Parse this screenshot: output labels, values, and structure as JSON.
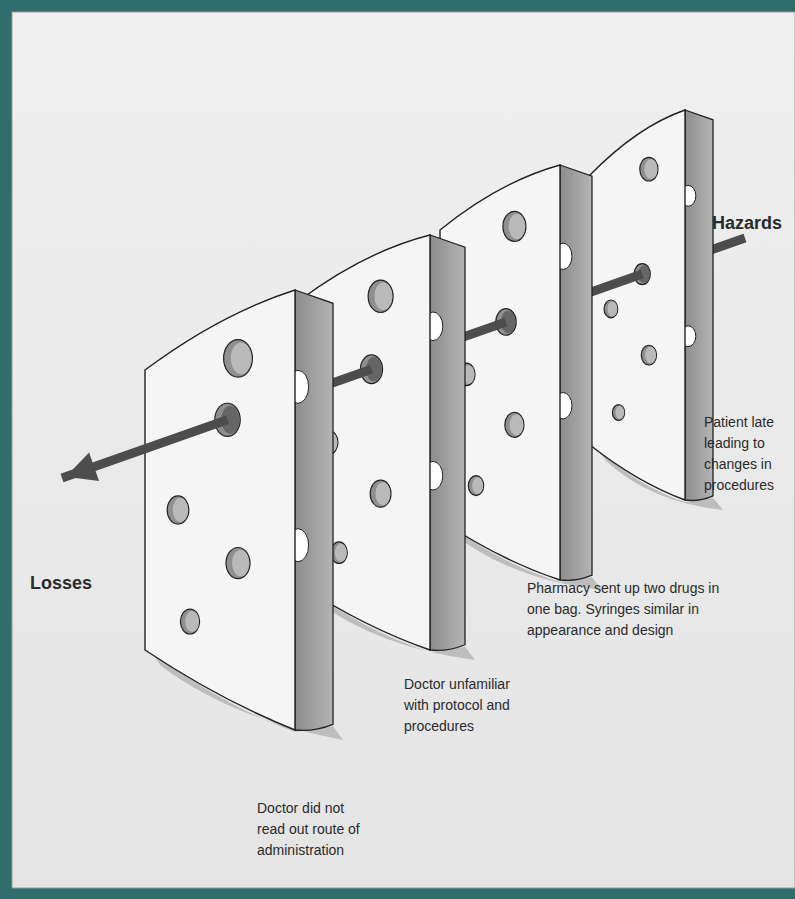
{
  "diagram": {
    "labels": [
      "Hazards",
      "Patient late leading to changes in procedures",
      "Pharmacy sent up two drugs in one bag. Syringes similar in appearance and design",
      "Losses",
      "Doctor unfamiliar with protocol and procedures",
      "Doctor did not read out route of administration"
    ]
  }
}
